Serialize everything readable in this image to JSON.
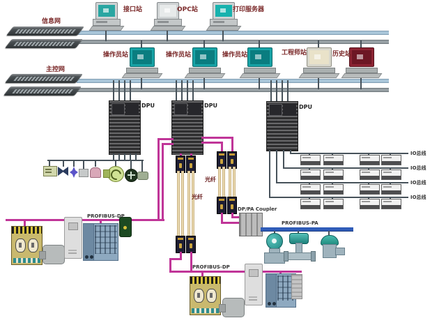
{
  "diagram": {
    "info_network": "信息网",
    "control_network": "主控网",
    "interface_station": "接口站",
    "opc_station": "OPC站",
    "print_server": "打印服务器",
    "operator_station_1": "操作员站",
    "operator_station_2": "操作员站",
    "operator_station_3": "操作员站",
    "engineer_station": "工程师站",
    "history_station": "历史站",
    "dpu_1": "DPU",
    "dpu_2": "DPU",
    "dpu_3": "DPU",
    "io_bus_1": "IO总线",
    "io_bus_2": "IO总线",
    "io_bus_3": "IO总线",
    "io_bus_4": "IO总线",
    "fiber_right": "光纤",
    "fiber_left": "光纤",
    "profibus_dp_left": "PROFIBUS-DP",
    "profibus_dp_bottom": "PROFIBUS-DP",
    "profibus_pa": "PROFIBUS-PA",
    "dp_pa_coupler": "DP/PA Coupler"
  },
  "colors": {
    "profibus_dp_magenta": "#c03598",
    "profibus_pa_blue": "#2f5cb8",
    "network_bus_blue": "#a9c6d9",
    "network_bus_gray": "#97a0a4",
    "fiber_beige": "#e8d7ae",
    "monitor_teal": "#17a3a6",
    "history_monitor_maroon": "#8c2433",
    "label_red": "#7b2a2a"
  }
}
